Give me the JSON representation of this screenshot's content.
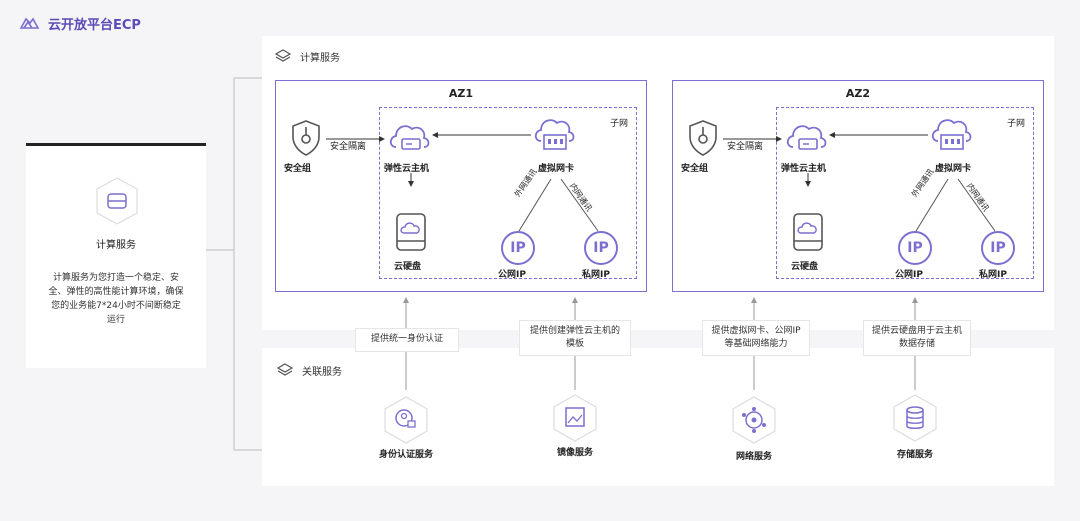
{
  "header": {
    "title": "云开放平台ECP"
  },
  "left_card": {
    "title": "计算服务",
    "description": "计算服务为您打造一个稳定、安全、弹性的高性能计算环境，确保您的业务能7*24小时不间断稳定运行"
  },
  "compute_section": {
    "title": "计算服务"
  },
  "related_section": {
    "title": "关联服务"
  },
  "zones": [
    {
      "title": "AZ1",
      "subnet_label": "子网",
      "security_group": "安全组",
      "isolation": "安全隔离",
      "ecs": "弹性云主机",
      "vnic": "虚拟网卡",
      "disk": "云硬盘",
      "public_ip": "公网IP",
      "private_ip": "私网IP",
      "external_comm": "外网通讯",
      "internal_comm": "内网通讯",
      "ip_glyph": "IP"
    },
    {
      "title": "AZ2",
      "subnet_label": "子网",
      "security_group": "安全组",
      "isolation": "安全隔离",
      "ecs": "弹性云主机",
      "vnic": "虚拟网卡",
      "disk": "云硬盘",
      "public_ip": "公网IP",
      "private_ip": "私网IP",
      "external_comm": "外网通讯",
      "internal_comm": "内网通讯",
      "ip_glyph": "IP"
    }
  ],
  "callouts": [
    "提供统一身份认证",
    "提供创建弹性云主机的模板",
    "提供虚拟网卡、公网IP等基础网络能力",
    "提供云硬盘用于云主机数据存储"
  ],
  "services": [
    {
      "label": "身份认证服务",
      "icon": "identity-icon"
    },
    {
      "label": "镜像服务",
      "icon": "image-icon"
    },
    {
      "label": "网络服务",
      "icon": "network-icon"
    },
    {
      "label": "存储服务",
      "icon": "storage-icon"
    }
  ],
  "colors": {
    "accent": "#5b4bb7",
    "border": "#7b6fd0"
  }
}
